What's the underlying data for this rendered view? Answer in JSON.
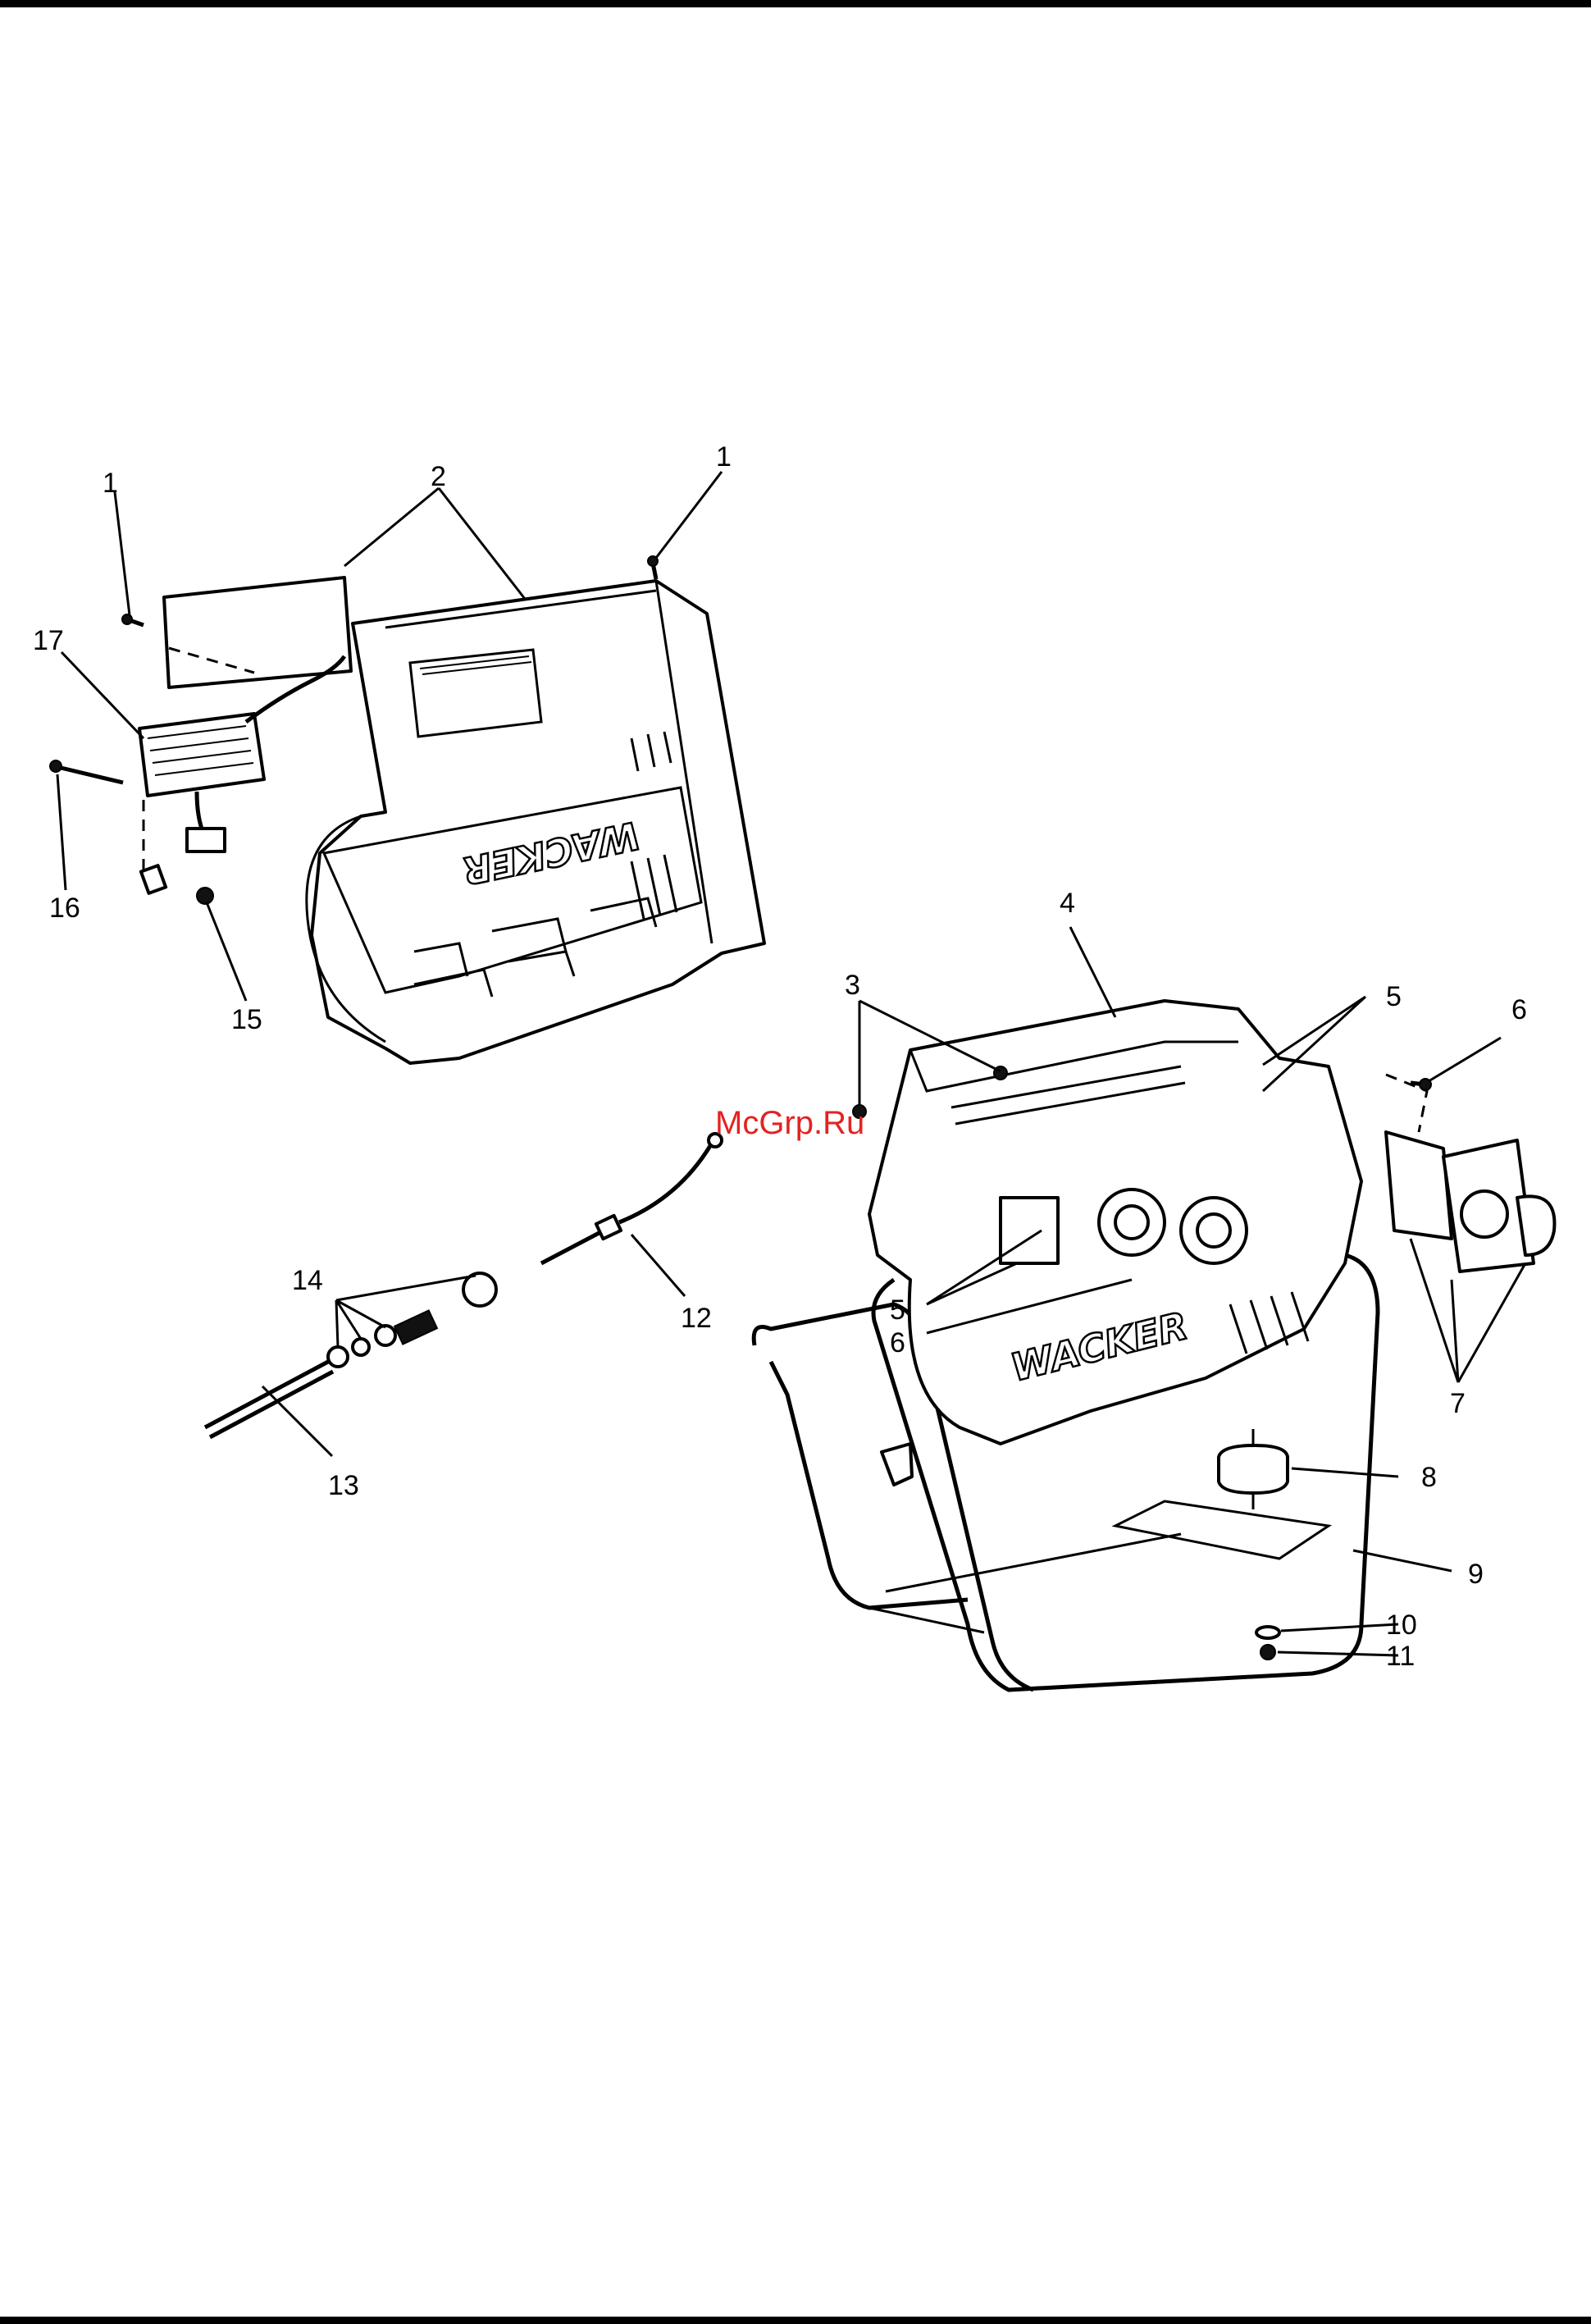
{
  "watermark": "McGrp.Ru",
  "logo_text": "WACKER",
  "callouts": {
    "c1a": "1",
    "c2": "2",
    "c1b": "1",
    "c17": "17",
    "c16": "16",
    "c15": "15",
    "c4": "4",
    "c3": "3",
    "c5a": "5",
    "c6a": "6",
    "c5b": "5",
    "c6b": "6",
    "c7": "7",
    "c8": "8",
    "c9": "9",
    "c10": "10",
    "c11": "11",
    "c12": "12",
    "c13": "13",
    "c14": "14"
  }
}
